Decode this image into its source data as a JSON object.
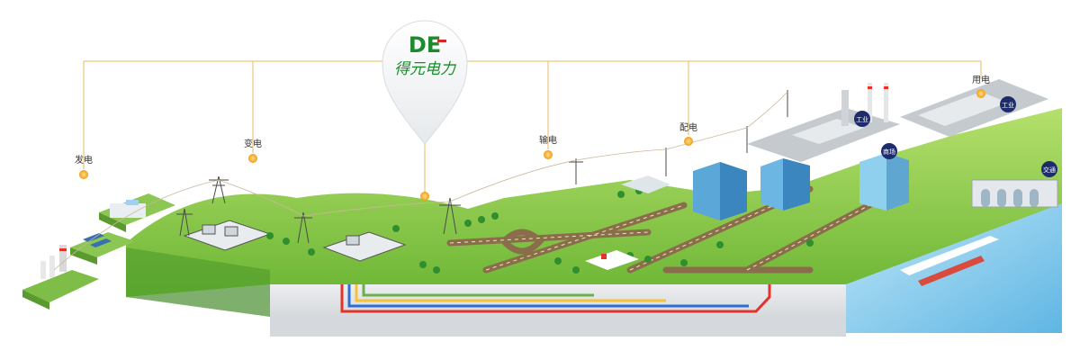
{
  "brand": {
    "name": "得元电力",
    "logo_letters": "DE",
    "logo_color": "#1d8a2e",
    "logo_accent": "#d8262b"
  },
  "stages": [
    {
      "key": "generation",
      "label": "发电"
    },
    {
      "key": "substation",
      "label": "变电"
    },
    {
      "key": "transmission",
      "label": "输电"
    },
    {
      "key": "distribution",
      "label": "配电"
    },
    {
      "key": "consumption",
      "label": "用电"
    }
  ],
  "badges": {
    "industry_1": "工业",
    "industry_2": "工业",
    "mall": "商场",
    "transport": "交通"
  },
  "colors": {
    "connector_line": "#e6b860",
    "dot": "#f6a623",
    "grass_light": "#9fd45a",
    "grass_dark": "#5caa2e",
    "base_grey": "#d9dcdf",
    "water": "#7fc7ea",
    "badge_bg": "#1e2c6b"
  }
}
